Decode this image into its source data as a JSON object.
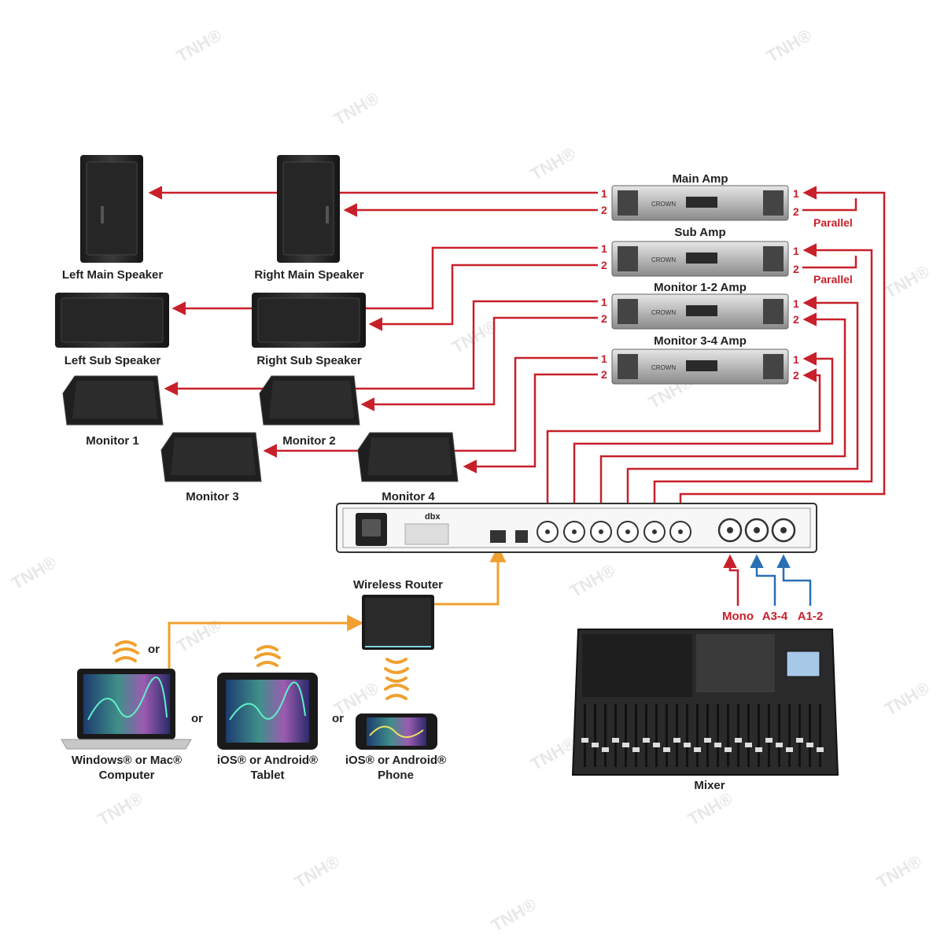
{
  "watermark": "TNH®",
  "speakers": {
    "left_main": "Left Main Speaker",
    "right_main": "Right Main Speaker",
    "left_sub": "Left Sub Speaker",
    "right_sub": "Right Sub Speaker",
    "monitor1": "Monitor 1",
    "monitor2": "Monitor 2",
    "monitor3": "Monitor 3",
    "monitor4": "Monitor 4"
  },
  "amps": {
    "main": "Main Amp",
    "sub": "Sub Amp",
    "mon12": "Monitor 1-2 Amp",
    "mon34": "Monitor 3-4 Amp",
    "ch1": "1",
    "ch2": "2",
    "parallel": "Parallel",
    "brand": "CROWN"
  },
  "processor": {
    "brand": "dbx"
  },
  "network": {
    "router": "Wireless Router",
    "or": "or",
    "computer_line1": "Windows® or Mac®",
    "computer_line2": "Computer",
    "tablet_line1": "iOS® or Android®",
    "tablet_line2": "Tablet",
    "phone_line1": "iOS® or Android®",
    "phone_line2": "Phone"
  },
  "mixer": {
    "label": "Mixer",
    "mono": "Mono",
    "a34": "A3-4",
    "a12": "A1-2"
  },
  "colors": {
    "red_cable": "#c8202a",
    "blue_cable": "#2a6fb5",
    "orange_cable": "#f0a030"
  }
}
